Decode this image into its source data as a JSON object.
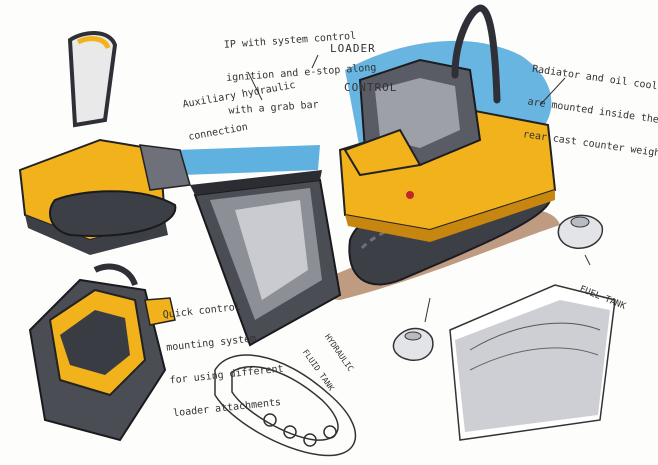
{
  "annotations": {
    "ip_control": [
      "IP with system control",
      "ignition and e-stop along",
      "with a grab bar"
    ],
    "loader_control": [
      "LOADER",
      "CONTROL"
    ],
    "radiator": [
      "Radiator and oil cooler",
      "are mounted inside the",
      "rear cast counter weight"
    ],
    "auxiliary": [
      "Auxiliary hydraulic",
      "connection"
    ],
    "quick_control": [
      "Quick control",
      "mounting system",
      "for using different",
      "loader attachments"
    ],
    "fuel_tank": "FUEL TANK",
    "hydraulic_tank": [
      "HYDRAULIC",
      "FLUID TANK"
    ]
  },
  "colors": {
    "body_yellow": "#f2b21c",
    "shadow_grey": "#4b4d55",
    "highlight_blue": "#4ea8dc",
    "rust_brown": "#8a4a1c",
    "ink": "#333333"
  }
}
